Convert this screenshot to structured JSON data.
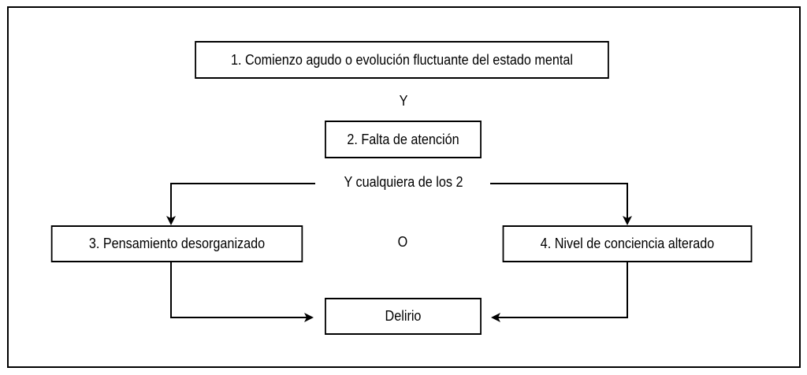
{
  "diagram": {
    "step1": "1. Comienzo agudo o evolución fluctuante del estado mental",
    "and_1": "Y",
    "step2": "2. Falta de atención",
    "and_any": "Y cualquiera de los 2",
    "step3": "3. Pensamiento desorganizado",
    "or": "O",
    "step4": "4. Nivel de conciencia alterado",
    "result": "Delirio"
  }
}
